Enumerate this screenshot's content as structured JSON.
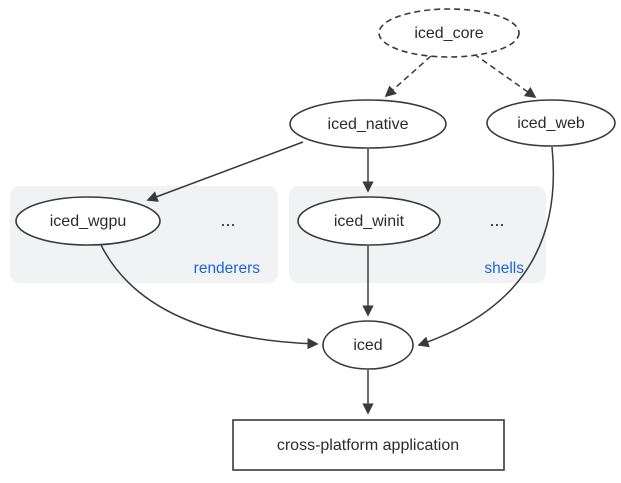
{
  "diagram": {
    "nodes": {
      "iced_core": "iced_core",
      "iced_native": "iced_native",
      "iced_web": "iced_web",
      "iced_wgpu": "iced_wgpu",
      "iced_winit": "iced_winit",
      "iced": "iced",
      "app": "cross-platform application"
    },
    "groups": {
      "renderers": {
        "label": "renderers",
        "ellipsis": "..."
      },
      "shells": {
        "label": "shells",
        "ellipsis": "..."
      }
    },
    "edges": [
      {
        "from": "iced_core",
        "to": "iced_native",
        "style": "dashed"
      },
      {
        "from": "iced_core",
        "to": "iced_web",
        "style": "dashed"
      },
      {
        "from": "iced_native",
        "to": "iced_wgpu",
        "style": "solid"
      },
      {
        "from": "iced_native",
        "to": "iced_winit",
        "style": "solid"
      },
      {
        "from": "iced_wgpu",
        "to": "iced",
        "style": "solid"
      },
      {
        "from": "iced_winit",
        "to": "iced",
        "style": "solid"
      },
      {
        "from": "iced_web",
        "to": "iced",
        "style": "solid"
      },
      {
        "from": "iced",
        "to": "app",
        "style": "solid"
      }
    ],
    "colors": {
      "node_stroke": "#3a3a3a",
      "group_fill": "#f0f2f4",
      "group_label_blue": "#1a66d6",
      "background": "#ffffff",
      "text": "#2b2b2b"
    }
  }
}
